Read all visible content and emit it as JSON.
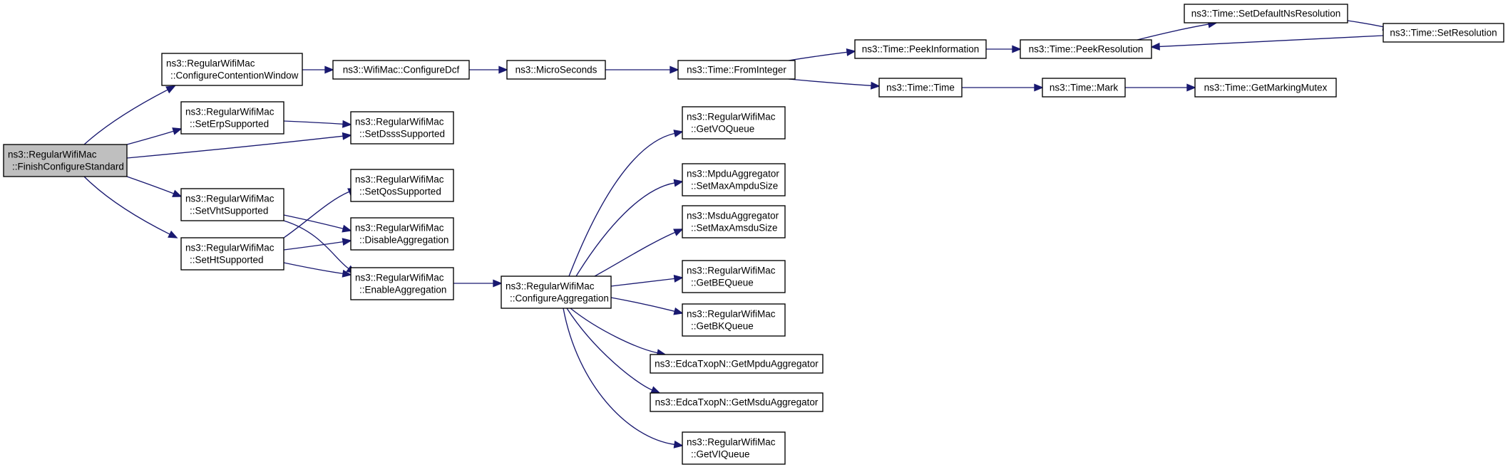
{
  "diagram": {
    "nodes": [
      {
        "id": "finish",
        "lines": [
          "ns3::RegularWifiMac",
          "::FinishConfigureStandard"
        ],
        "root": true
      },
      {
        "id": "ccw",
        "lines": [
          "ns3::RegularWifiMac",
          "::ConfigureContentionWindow"
        ]
      },
      {
        "id": "erp",
        "lines": [
          "ns3::RegularWifiMac",
          "::SetErpSupported"
        ]
      },
      {
        "id": "vht",
        "lines": [
          "ns3::RegularWifiMac",
          "::SetVhtSupported"
        ]
      },
      {
        "id": "ht",
        "lines": [
          "ns3::RegularWifiMac",
          "::SetHtSupported"
        ]
      },
      {
        "id": "dsss",
        "lines": [
          "ns3::RegularWifiMac",
          "::SetDsssSupported"
        ]
      },
      {
        "id": "qos",
        "lines": [
          "ns3::RegularWifiMac",
          "::SetQosSupported"
        ]
      },
      {
        "id": "disagg",
        "lines": [
          "ns3::RegularWifiMac",
          "::DisableAggregation"
        ]
      },
      {
        "id": "enagg",
        "lines": [
          "ns3::RegularWifiMac",
          "::EnableAggregation"
        ]
      },
      {
        "id": "dcf",
        "lines": [
          "ns3::WifiMac::ConfigureDcf"
        ]
      },
      {
        "id": "micro",
        "lines": [
          "ns3::MicroSeconds"
        ]
      },
      {
        "id": "fromint",
        "lines": [
          "ns3::Time::FromInteger"
        ]
      },
      {
        "id": "peekinfo",
        "lines": [
          "ns3::Time::PeekInformation"
        ]
      },
      {
        "id": "peekres",
        "lines": [
          "ns3::Time::PeekResolution"
        ]
      },
      {
        "id": "setdef",
        "lines": [
          "ns3::Time::SetDefaultNsResolution"
        ]
      },
      {
        "id": "setres",
        "lines": [
          "ns3::Time::SetResolution"
        ]
      },
      {
        "id": "time",
        "lines": [
          "ns3::Time::Time"
        ]
      },
      {
        "id": "mark",
        "lines": [
          "ns3::Time::Mark"
        ]
      },
      {
        "id": "mutex",
        "lines": [
          "ns3::Time::GetMarkingMutex"
        ]
      },
      {
        "id": "cfgagg",
        "lines": [
          "ns3::RegularWifiMac",
          "::ConfigureAggregation"
        ]
      },
      {
        "id": "vo",
        "lines": [
          "ns3::RegularWifiMac",
          "::GetVOQueue"
        ]
      },
      {
        "id": "ampdu",
        "lines": [
          "ns3::MpduAggregator",
          "::SetMaxAmpduSize"
        ]
      },
      {
        "id": "amsdu",
        "lines": [
          "ns3::MsduAggregator",
          "::SetMaxAmsduSize"
        ]
      },
      {
        "id": "be",
        "lines": [
          "ns3::RegularWifiMac",
          "::GetBEQueue"
        ]
      },
      {
        "id": "bk",
        "lines": [
          "ns3::RegularWifiMac",
          "::GetBKQueue"
        ]
      },
      {
        "id": "mpduagg",
        "lines": [
          "ns3::EdcaTxopN::GetMpduAggregator"
        ]
      },
      {
        "id": "msduagg",
        "lines": [
          "ns3::EdcaTxopN::GetMsduAggregator"
        ]
      },
      {
        "id": "vi",
        "lines": [
          "ns3::RegularWifiMac",
          "::GetVIQueue"
        ]
      }
    ],
    "edges": [
      {
        "from": "finish",
        "to": "ccw"
      },
      {
        "from": "finish",
        "to": "erp"
      },
      {
        "from": "finish",
        "to": "dsss"
      },
      {
        "from": "finish",
        "to": "vht"
      },
      {
        "from": "finish",
        "to": "ht"
      },
      {
        "from": "ccw",
        "to": "dcf"
      },
      {
        "from": "dcf",
        "to": "micro"
      },
      {
        "from": "micro",
        "to": "fromint"
      },
      {
        "from": "fromint",
        "to": "peekinfo"
      },
      {
        "from": "fromint",
        "to": "time"
      },
      {
        "from": "peekinfo",
        "to": "peekres"
      },
      {
        "from": "peekres",
        "to": "setdef"
      },
      {
        "from": "setdef",
        "to": "setres"
      },
      {
        "from": "setres",
        "to": "peekres"
      },
      {
        "from": "time",
        "to": "mark"
      },
      {
        "from": "mark",
        "to": "mutex"
      },
      {
        "from": "erp",
        "to": "dsss"
      },
      {
        "from": "vht",
        "to": "disagg"
      },
      {
        "from": "vht",
        "to": "enagg"
      },
      {
        "from": "ht",
        "to": "qos"
      },
      {
        "from": "ht",
        "to": "disagg"
      },
      {
        "from": "ht",
        "to": "enagg"
      },
      {
        "from": "enagg",
        "to": "cfgagg"
      },
      {
        "from": "cfgagg",
        "to": "vo"
      },
      {
        "from": "cfgagg",
        "to": "ampdu"
      },
      {
        "from": "cfgagg",
        "to": "amsdu"
      },
      {
        "from": "cfgagg",
        "to": "be"
      },
      {
        "from": "cfgagg",
        "to": "bk"
      },
      {
        "from": "cfgagg",
        "to": "mpduagg"
      },
      {
        "from": "cfgagg",
        "to": "msduagg"
      },
      {
        "from": "cfgagg",
        "to": "vi"
      }
    ],
    "colors": {
      "edge": "#191970",
      "root_fill": "#bfbfbf",
      "node_fill": "#ffffff",
      "node_stroke": "#000000"
    }
  }
}
